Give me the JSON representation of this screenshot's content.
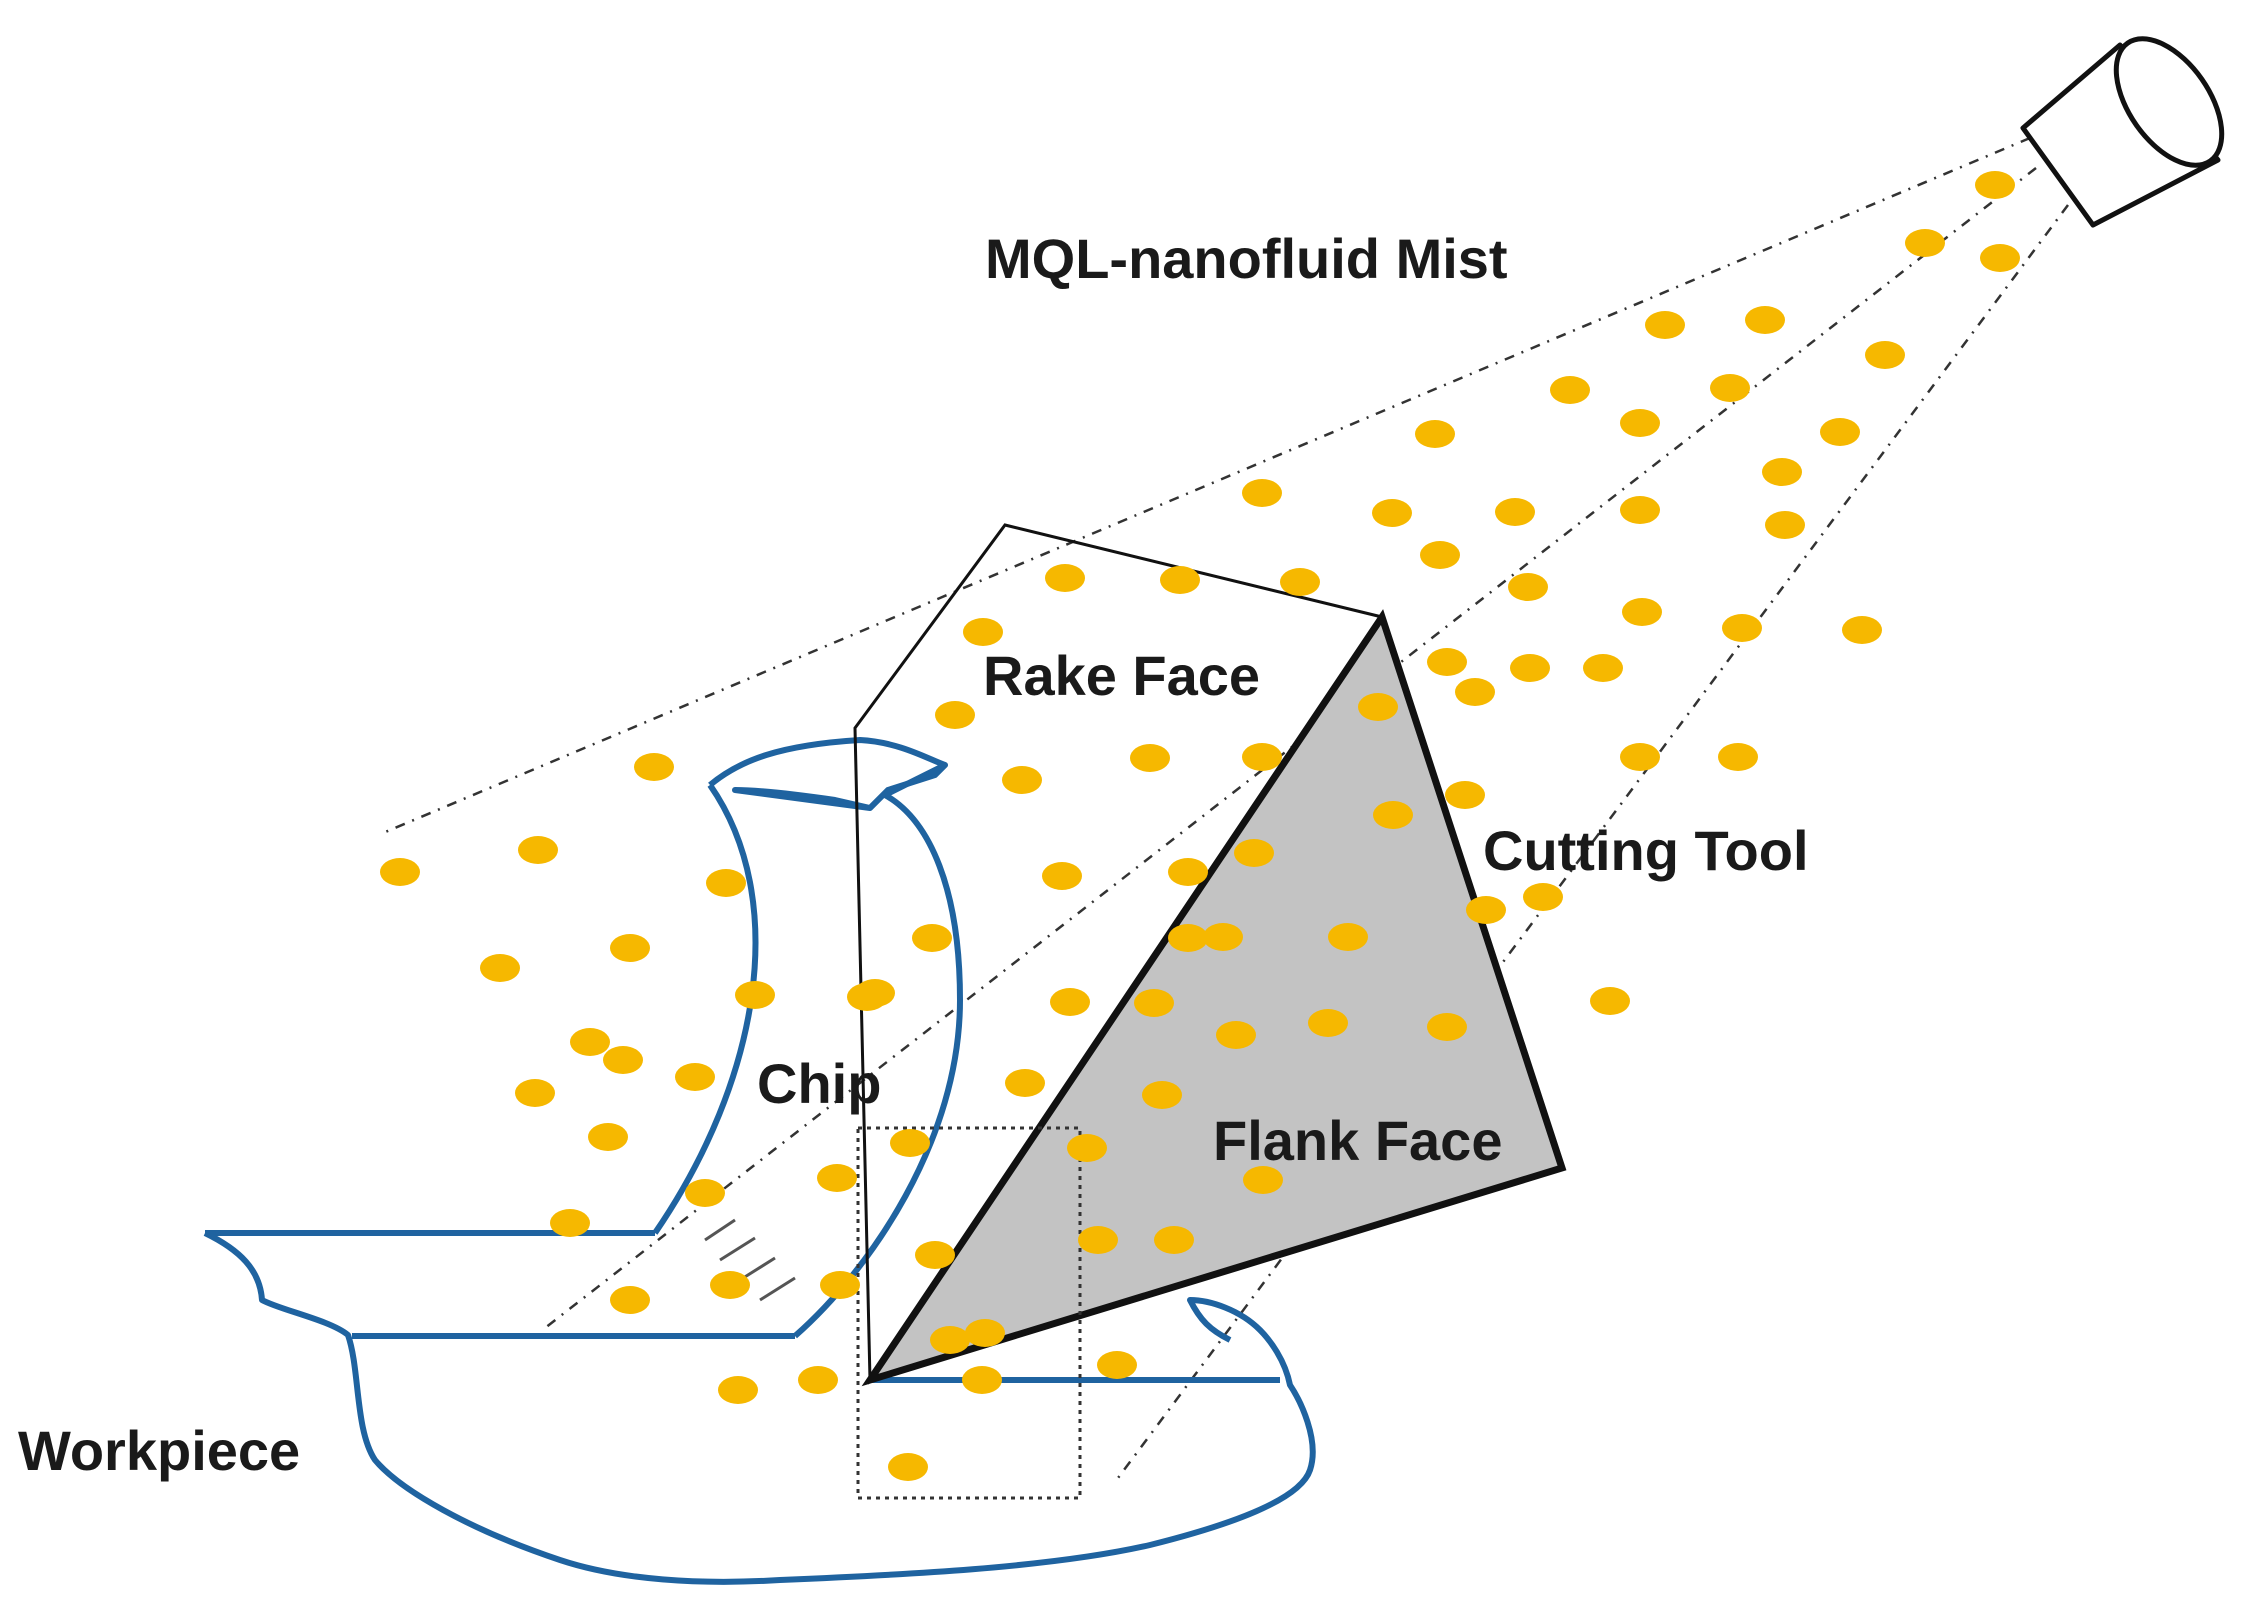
{
  "labels": {
    "mist": "MQL-nanofluid  Mist",
    "rake_face": "Rake Face",
    "cutting_tool": "Cutting Tool",
    "chip": "Chip",
    "flank_face": "Flank Face",
    "workpiece": "Workpiece"
  },
  "colors": {
    "outline_blue": "#1f63a0",
    "tool_outline": "#111111",
    "flank_fill": "#c3c3c3",
    "droplet": "#f6b800",
    "text": "#1a1a1a"
  }
}
